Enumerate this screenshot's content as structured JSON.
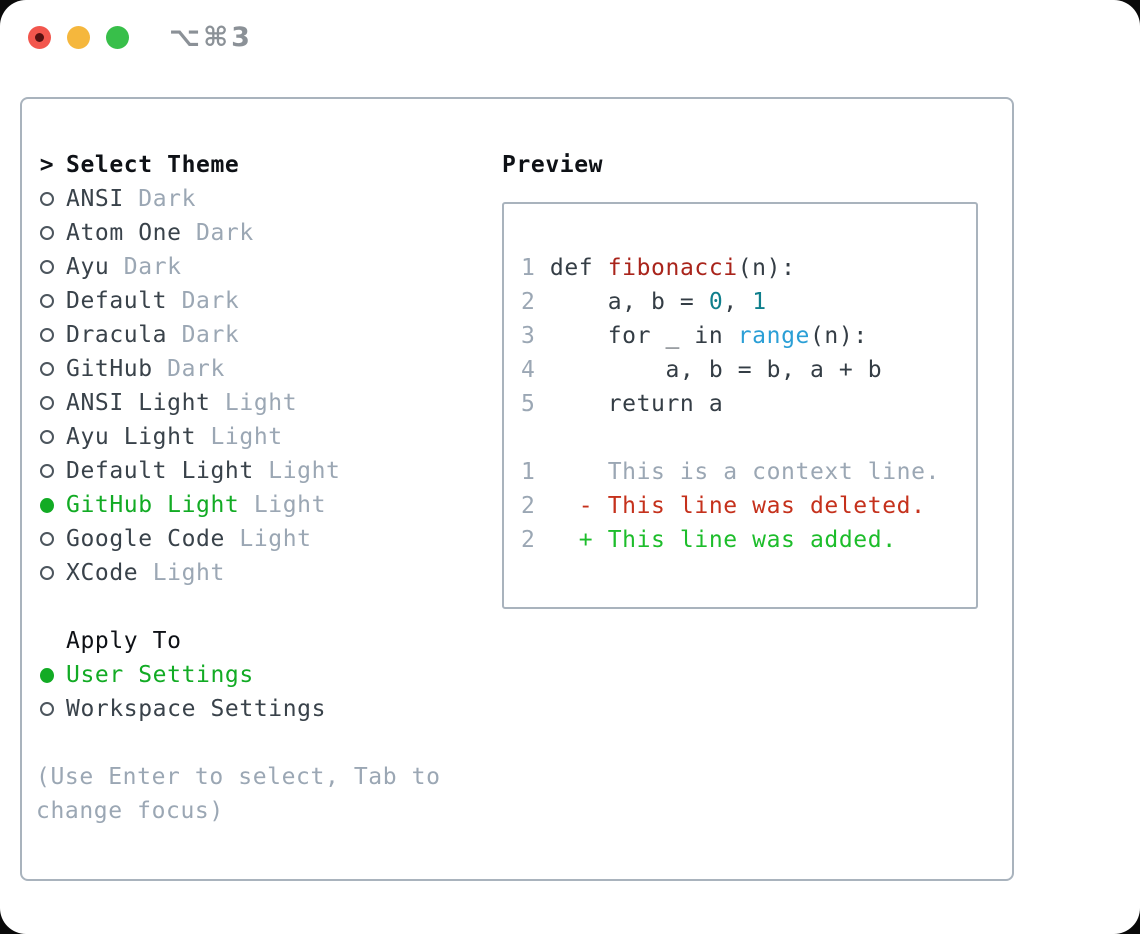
{
  "window": {
    "title": "⌥⌘3",
    "traffic_lights": [
      "close",
      "minimize",
      "zoom"
    ]
  },
  "colors": {
    "accent_green": "#12ab24",
    "diff_added_green": "#1dbd2b",
    "diff_deleted_red": "#c5311c",
    "function_red": "#a9241b",
    "number_teal": "#0f7f8c",
    "builtin_blue": "#2b9fd6",
    "muted_gray": "#9ba7b4",
    "text_dark": "#39424a",
    "code_dark": "#343d45",
    "header_black": "#0e1116",
    "radio_gray": "#4d565e",
    "border_gray": "#a9b3bd",
    "traffic_red": "#f2564d",
    "traffic_red_dot": "#551111",
    "traffic_yellow": "#f5b73d",
    "traffic_green": "#38bf4a",
    "title_gray": "#8b9197"
  },
  "theme_picker": {
    "header_prompt": ">",
    "header_label": "Select Theme",
    "items": [
      {
        "name": "ANSI",
        "variant": "Dark",
        "selected": false
      },
      {
        "name": "Atom One",
        "variant": "Dark",
        "selected": false
      },
      {
        "name": "Ayu",
        "variant": "Dark",
        "selected": false
      },
      {
        "name": "Default",
        "variant": "Dark",
        "selected": false
      },
      {
        "name": "Dracula",
        "variant": "Dark",
        "selected": false
      },
      {
        "name": "GitHub",
        "variant": "Dark",
        "selected": false
      },
      {
        "name": "ANSI Light",
        "variant": "Light",
        "selected": false
      },
      {
        "name": "Ayu Light",
        "variant": "Light",
        "selected": false
      },
      {
        "name": "Default Light",
        "variant": "Light",
        "selected": false
      },
      {
        "name": "GitHub Light",
        "variant": "Light",
        "selected": true
      },
      {
        "name": "Google Code",
        "variant": "Light",
        "selected": false
      },
      {
        "name": "XCode",
        "variant": "Light",
        "selected": false
      }
    ]
  },
  "apply_to": {
    "header": "Apply To",
    "items": [
      {
        "label": "User Settings",
        "selected": true
      },
      {
        "label": "Workspace Settings",
        "selected": false
      }
    ]
  },
  "hint_lines": [
    "(Use Enter to select, Tab to",
    "change focus)"
  ],
  "preview": {
    "header": "Preview",
    "lines": [
      {
        "num": "1",
        "segs": [
          {
            "t": "def ",
            "c": "plain"
          },
          {
            "t": "fibonacci",
            "c": "func"
          },
          {
            "t": "(n):",
            "c": "plain"
          }
        ]
      },
      {
        "num": "2",
        "segs": [
          {
            "t": "    a, b = ",
            "c": "plain"
          },
          {
            "t": "0",
            "c": "number"
          },
          {
            "t": ", ",
            "c": "plain"
          },
          {
            "t": "1",
            "c": "number"
          }
        ]
      },
      {
        "num": "3",
        "segs": [
          {
            "t": "    for _ in ",
            "c": "plain"
          },
          {
            "t": "range",
            "c": "builtin"
          },
          {
            "t": "(n):",
            "c": "plain"
          }
        ]
      },
      {
        "num": "4",
        "segs": [
          {
            "t": "        a, b = b, a + b",
            "c": "plain"
          }
        ]
      },
      {
        "num": "5",
        "segs": [
          {
            "t": "    return a",
            "c": "plain"
          }
        ]
      },
      {
        "num": "",
        "segs": []
      },
      {
        "num": "1",
        "segs": [
          {
            "t": "    This is a context line.",
            "c": "context"
          }
        ]
      },
      {
        "num": "2",
        "segs": [
          {
            "t": "  - This line was deleted.",
            "c": "deleted"
          }
        ]
      },
      {
        "num": "2",
        "segs": [
          {
            "t": "  + This line was added.",
            "c": "added"
          }
        ]
      }
    ]
  }
}
